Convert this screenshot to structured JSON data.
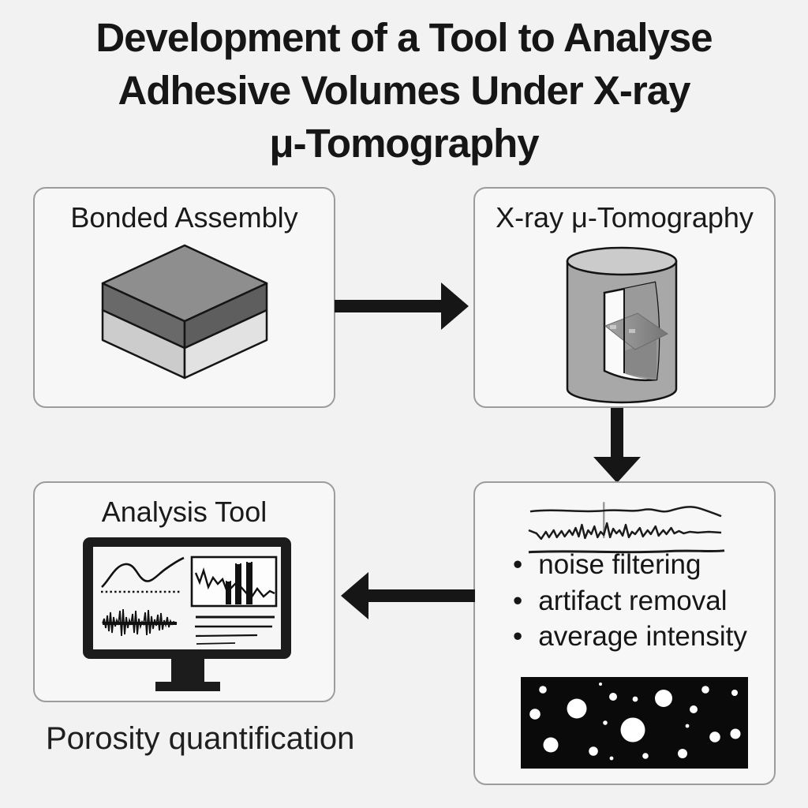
{
  "title": {
    "lines": [
      "Development of a Tool to Analyse",
      "Adhesive Volumes Under X-ray",
      "μ-Tomography"
    ]
  },
  "boxes": {
    "bonded_assembly": {
      "label": "Bonded Assembly"
    },
    "xray": {
      "label": "X-ray μ-Tomography"
    },
    "processing": {
      "bullet_char": "•",
      "bullets": [
        "noise filtering",
        "artifact removal",
        "average intensity"
      ]
    },
    "analysis_tool": {
      "label": "Analysis Tool"
    }
  },
  "caption": "Porosity quantification",
  "icons": {
    "bonded_block": "layered-3d-block",
    "xray_scanner": "cut-away-cylinder-with-scan-plane",
    "signal_traces": "noisy-signal-lines",
    "porosity_image": "black-slice-with-white-pores",
    "analysis_monitor": "monitor-with-charts",
    "flow_arrows": [
      "arrow-right",
      "arrow-down",
      "arrow-left"
    ]
  },
  "colors": {
    "background": "#f2f2f2",
    "box_fill": "#f7f7f7",
    "box_border": "#9c9c9c",
    "text": "#171717",
    "arrow": "#161616",
    "block_top": "#8e8e8e",
    "block_adhesive": "#696969",
    "block_substrate": "#cccccc",
    "cylinder_body": "#a8a8a8",
    "cylinder_top": "#cbcbcb",
    "pore_black": "#0a0a0a"
  }
}
